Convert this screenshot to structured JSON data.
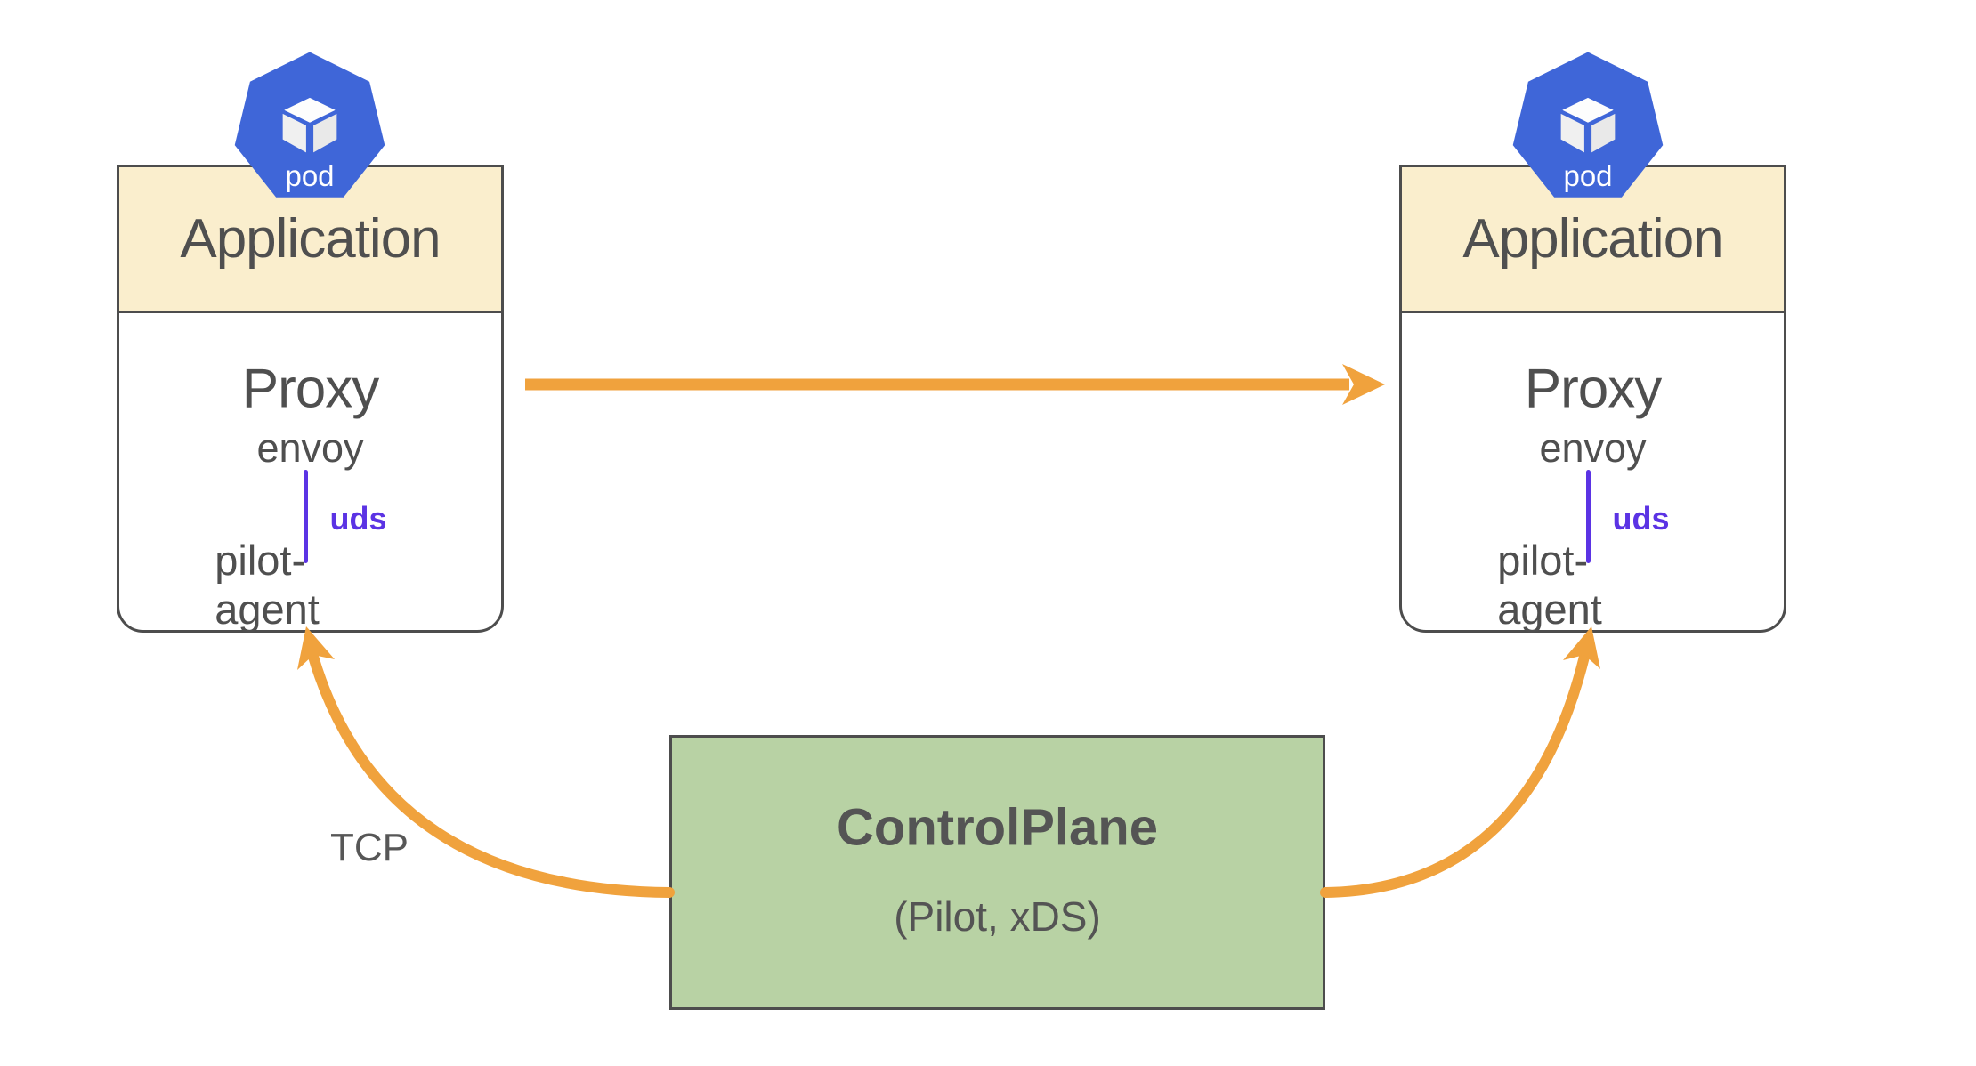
{
  "diagram": {
    "title": "service-mesh data plane / control plane diagram",
    "pods": [
      {
        "icon_label": "pod",
        "app_label": "Application",
        "proxy_label": "Proxy",
        "container_top": "envoy",
        "socket_label": "uds",
        "container_bottom": "pilot-agent"
      },
      {
        "icon_label": "pod",
        "app_label": "Application",
        "proxy_label": "Proxy",
        "container_top": "envoy",
        "socket_label": "uds",
        "container_bottom": "pilot-agent"
      }
    ],
    "control_plane": {
      "title": "ControlPlane",
      "subtitle": "(Pilot, xDS)"
    },
    "labels": {
      "tcp": "TCP"
    },
    "colors": {
      "arrow_orange": "#f0a23d",
      "pod_blue": "#3f66d8",
      "uds_purple": "#5b33e4",
      "header_yellow": "#faeecd",
      "control_plane_green": "#b8d2a4",
      "outline_gray": "#4d4d4d",
      "text_gray": "#4f4f4f"
    }
  }
}
